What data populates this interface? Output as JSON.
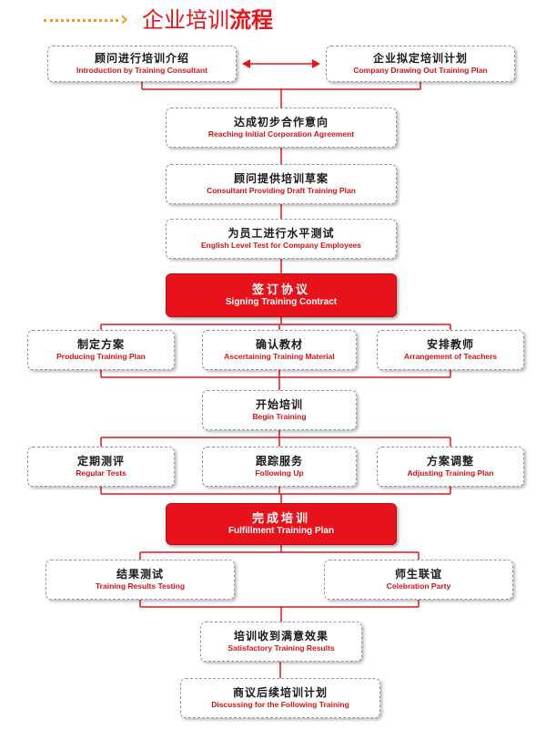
{
  "title_main": "企业培训",
  "title_strong": "流程",
  "colors": {
    "accent": "#e8121b",
    "arrow": "#e8121b",
    "dots": "#f29a1f",
    "dash": "#9a9a9a"
  },
  "nodes": [
    {
      "id": "intro",
      "zh": "顾问进行培训介绍",
      "en": "Introduction by Training Consultant",
      "style": "plain"
    },
    {
      "id": "plan_out",
      "zh": "企业拟定培训计划",
      "en": "Company Drawing Out Training Plan",
      "style": "plain"
    },
    {
      "id": "agreement",
      "zh": "达成初步合作意向",
      "en": "Reaching Initial Corporation Agreement",
      "style": "plain"
    },
    {
      "id": "draft",
      "zh": "顾问提供培训草案",
      "en": "Consultant Providing Draft Training Plan",
      "style": "plain"
    },
    {
      "id": "level_test",
      "zh": "为员工进行水平测试",
      "en": "English Level Test for Company Employees",
      "style": "plain"
    },
    {
      "id": "contract",
      "zh": "签订协议",
      "en": "Signing Training Contract",
      "style": "key"
    },
    {
      "id": "produce_plan",
      "zh": "制定方案",
      "en": "Producing Training Plan",
      "style": "plain"
    },
    {
      "id": "material",
      "zh": "确认教材",
      "en": "Ascertaining Training Material",
      "style": "plain"
    },
    {
      "id": "teachers",
      "zh": "安排教师",
      "en": "Arrangement of Teachers",
      "style": "plain"
    },
    {
      "id": "begin",
      "zh": "开始培训",
      "en": "Begin Training",
      "style": "plain"
    },
    {
      "id": "regular",
      "zh": "定期测评",
      "en": "Regular Tests",
      "style": "plain"
    },
    {
      "id": "follow",
      "zh": "跟踪服务",
      "en": "Following Up",
      "style": "plain"
    },
    {
      "id": "adjust",
      "zh": "方案调整",
      "en": "Adjusting Training Plan",
      "style": "plain"
    },
    {
      "id": "fulfil",
      "zh": "完成培训",
      "en": "Fulfillment Training Plan",
      "style": "key"
    },
    {
      "id": "results",
      "zh": "结果测试",
      "en": "Training Results Testing",
      "style": "plain"
    },
    {
      "id": "party",
      "zh": "师生联谊",
      "en": "Celebration Party",
      "style": "plain"
    },
    {
      "id": "satisfy",
      "zh": "培训收到满意效果",
      "en": "Satisfactory Training Results",
      "style": "plain"
    },
    {
      "id": "discuss",
      "zh": "商议后续培训计划",
      "en": "Discussing for the Following Training",
      "style": "plain"
    }
  ],
  "edges": [
    {
      "from": "intro",
      "to": "plan_out",
      "kind": "bidirectional"
    },
    {
      "from": [
        "intro",
        "plan_out"
      ],
      "to": "agreement",
      "kind": "merge"
    },
    {
      "from": "agreement",
      "to": "draft",
      "kind": "direct"
    },
    {
      "from": "draft",
      "to": "level_test",
      "kind": "direct"
    },
    {
      "from": "level_test",
      "to": "contract",
      "kind": "direct"
    },
    {
      "from": "contract",
      "to": [
        "produce_plan",
        "material",
        "teachers"
      ],
      "kind": "split"
    },
    {
      "from": [
        "produce_plan",
        "material",
        "teachers"
      ],
      "to": "begin",
      "kind": "merge"
    },
    {
      "from": "begin",
      "to": [
        "regular",
        "follow",
        "adjust"
      ],
      "kind": "split"
    },
    {
      "from": [
        "regular",
        "follow",
        "adjust"
      ],
      "to": "fulfil",
      "kind": "merge"
    },
    {
      "from": "fulfil",
      "to": [
        "results",
        "party"
      ],
      "kind": "split"
    },
    {
      "from": [
        "results",
        "party"
      ],
      "to": "satisfy",
      "kind": "merge"
    },
    {
      "from": "satisfy",
      "to": "discuss",
      "kind": "direct"
    }
  ]
}
